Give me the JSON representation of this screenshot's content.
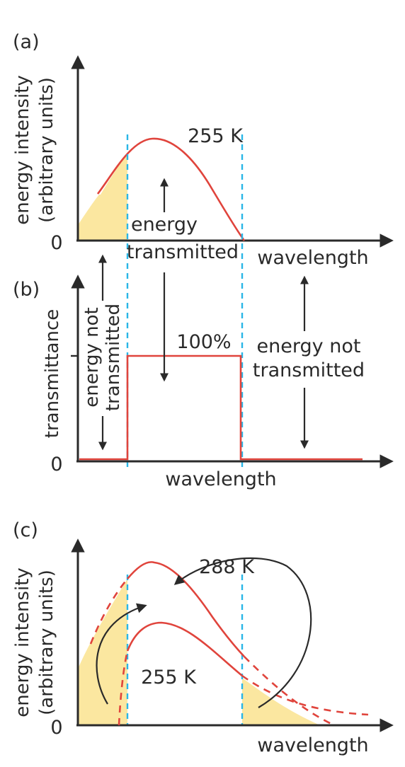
{
  "panel_a": {
    "label": "(a)",
    "ylabel_line1": "energy intensity",
    "ylabel_line2": "(arbitrary units)",
    "zero": "0",
    "xlabel": "wavelength",
    "curve_label": "255 K",
    "annotation_line1": "energy",
    "annotation_line2": "transmitted"
  },
  "panel_b": {
    "label": "(b)",
    "ylabel": "transmittance",
    "zero": "0",
    "xlabel": "wavelength",
    "level_label": "100%",
    "left_note_line1": "energy not",
    "left_note_line2": "transmitted",
    "right_note_line1": "energy not",
    "right_note_line2": "transmitted"
  },
  "panel_c": {
    "label": "(c)",
    "ylabel_line1": "energy intensity",
    "ylabel_line2": "(arbitrary units)",
    "zero": "0",
    "xlabel": "wavelength",
    "upper_curve_label": "288 K",
    "lower_curve_label": "255 K"
  },
  "colors": {
    "curve": "#e0443c",
    "window_line": "#29b6e6",
    "shading": "#fbe7a0",
    "ink": "#2a2a2a"
  }
}
